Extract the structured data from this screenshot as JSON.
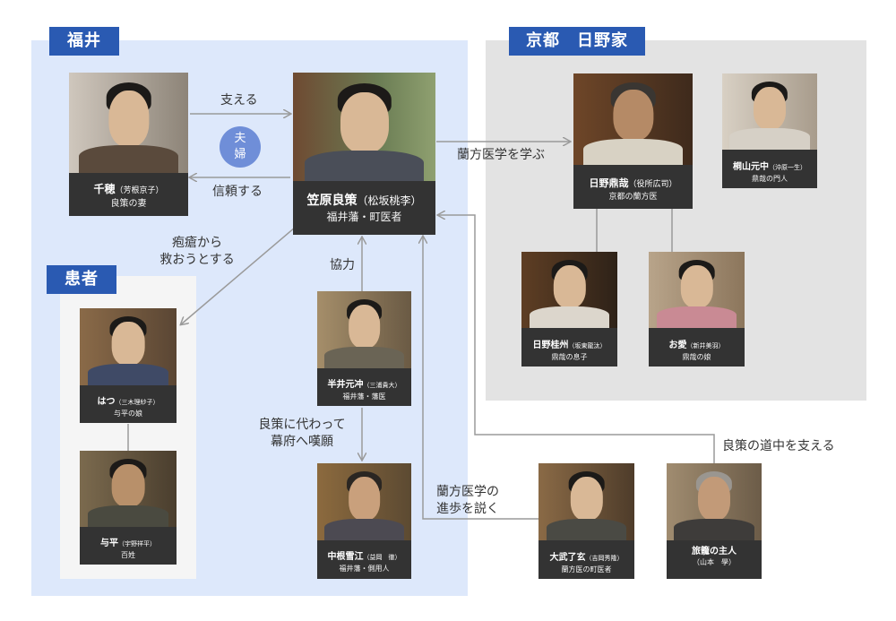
{
  "regions": {
    "fukui": "福井",
    "kyoto": "京都　日野家",
    "patients": "患者"
  },
  "characters": {
    "chiho": {
      "name": "千穂",
      "actor": "（芳根京子）",
      "role": "良策の妻"
    },
    "ryosaku": {
      "name": "笠原良策",
      "actor": "（松坂桃李）",
      "role": "福井藩・町医者"
    },
    "hatsu": {
      "name": "はつ",
      "actor": "（三木理紗子）",
      "role": "与平の娘"
    },
    "yohei": {
      "name": "与平",
      "actor": "（宇野祥平）",
      "role": "百姓"
    },
    "hanai": {
      "name": "半井元冲",
      "actor": "（三浦貴大）",
      "role": "福井藩・藩医"
    },
    "nakane": {
      "name": "中根雪江",
      "actor": "（益岡　徹）",
      "role": "福井藩・側用人"
    },
    "teisai": {
      "name": "日野鼎哉",
      "actor": "（役所広司）",
      "role": "京都の蘭方医"
    },
    "kiriyama": {
      "name": "桐山元中",
      "actor": "（沖原一生）",
      "role": "鼎哉の門人"
    },
    "keishu": {
      "name": "日野桂州",
      "actor": "（坂東龍汰）",
      "role": "鼎哉の息子"
    },
    "oai": {
      "name": "お愛",
      "actor": "（新井美羽）",
      "role": "鼎哉の娘"
    },
    "otake": {
      "name": "大武了玄",
      "actor": "（吉岡秀隆）",
      "role": "蘭方医の町医者"
    },
    "innkeeper": {
      "name": "旅籠の主人",
      "actor": "（山本　學）",
      "role": ""
    }
  },
  "relations": {
    "support": "支える",
    "couple_1": "夫",
    "couple_2": "婦",
    "trust": "信頼する",
    "save_1": "疱瘡から",
    "save_2": "救おうとする",
    "cooperate": "協力",
    "learn": "蘭方医学を学ぶ",
    "petition_1": "良策に代わって",
    "petition_2": "幕府へ嘆願",
    "preach_1": "蘭方医学の",
    "preach_2": "進歩を説く",
    "journey": "良策の道中を支える"
  },
  "colors": {
    "fukui_bg": "#dde8fb",
    "kyoto_bg": "#e3e3e3",
    "tag_blue": "#2a5ab2",
    "couple_circle": "#6f8ed8",
    "caption_bg": "#333333",
    "arrow": "#9a9a9a"
  }
}
